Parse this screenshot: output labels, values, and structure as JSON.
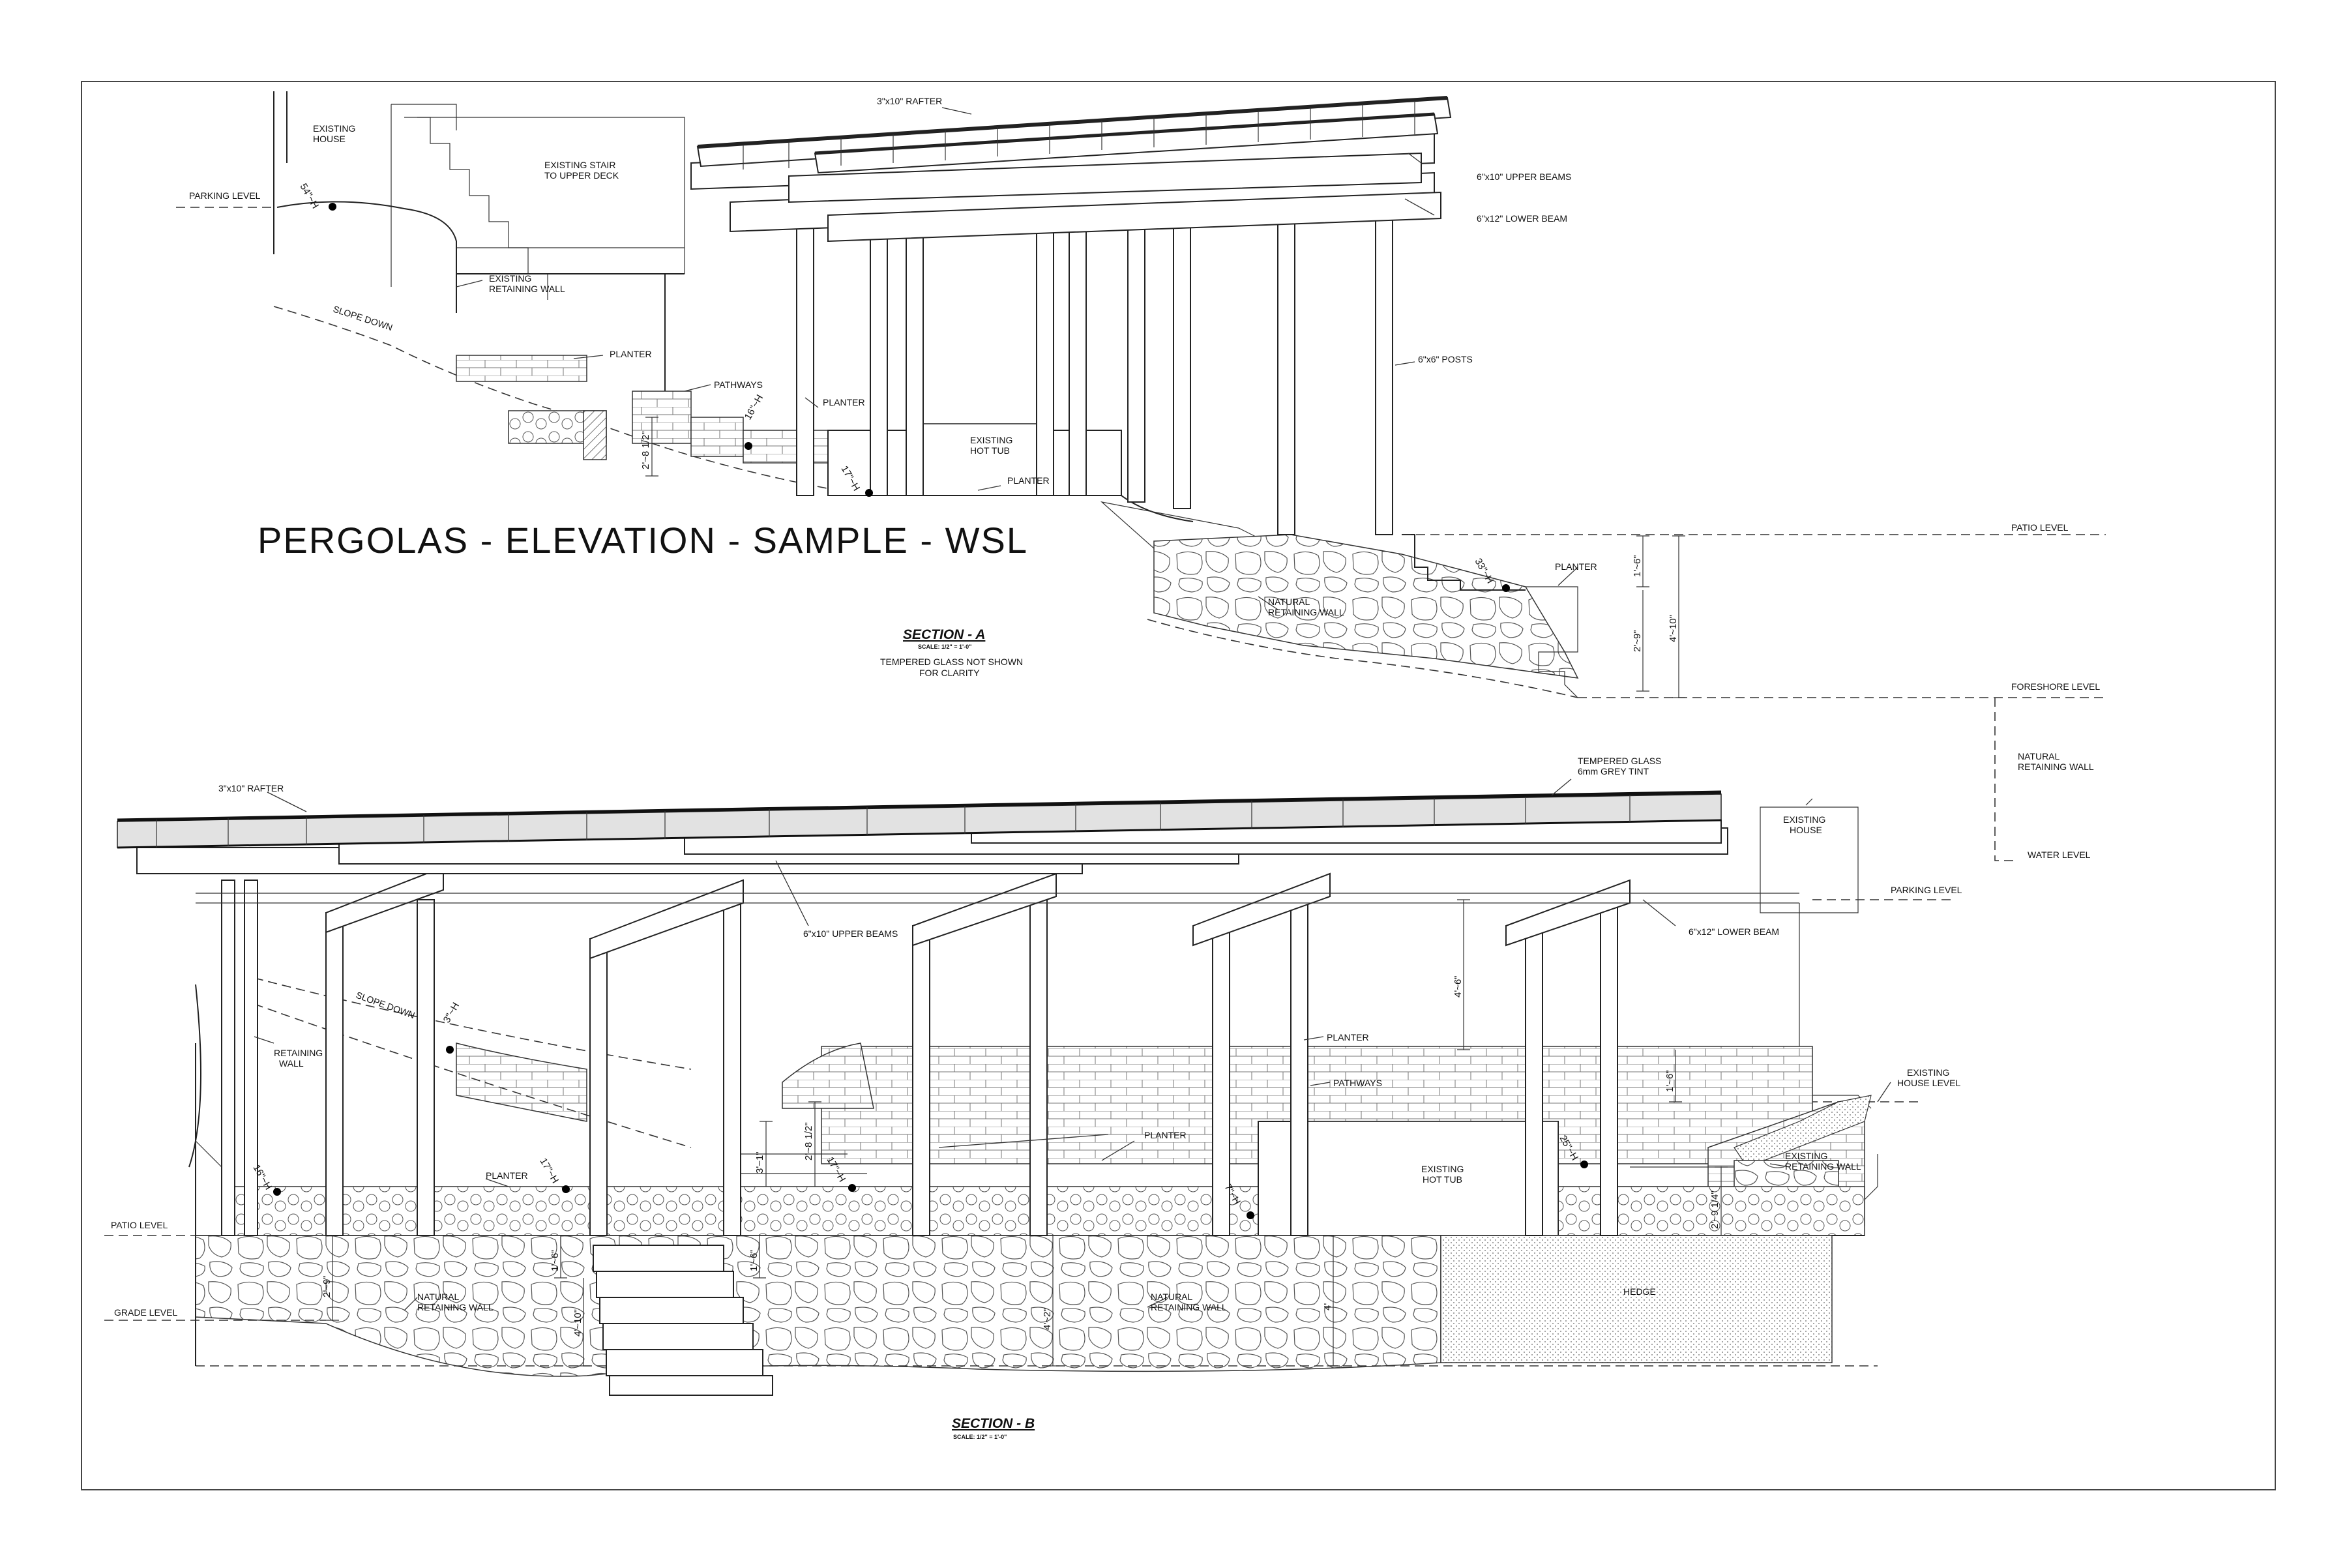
{
  "drawing": {
    "title": "PERGOLAS - ELEVATION - SAMPLE - WSL"
  },
  "section_a": {
    "title": "SECTION - A",
    "scale": "SCALE: 1/2\" = 1'-0\"",
    "note_line1": "TEMPERED GLASS NOT SHOWN",
    "note_line2": "FOR CLARITY",
    "labels": {
      "rafter": "3\"x10\" RAFTER",
      "upper_beams": "6\"x10\" UPPER BEAMS",
      "lower_beam": "6\"x12\" LOWER BEAM",
      "posts": "6\"x6\" POSTS",
      "house_1": "EXISTING",
      "house_2": "HOUSE",
      "parking": "PARKING LEVEL",
      "stair_1": "EXISTING STAIR",
      "stair_2": "TO UPPER DECK",
      "wall_1": "EXISTING",
      "wall_2": "RETAINING WALL",
      "slope": "SLOPE DOWN",
      "planter_1": "PLANTER",
      "pathways": "PATHWAYS",
      "planter_2": "PLANTER",
      "tub_1": "EXISTING",
      "tub_2": "HOT TUB",
      "planter_3": "PLANTER",
      "patio": "PATIO LEVEL",
      "planter_4": "PLANTER",
      "natural_1": "NATURAL",
      "natural_2": "RETAINING WALL",
      "foreshore": "FORESHORE LEVEL",
      "right_natural_1": "NATURAL",
      "right_natural_2": "RETAINING WALL",
      "water": "WATER LEVEL"
    },
    "dims": {
      "h54": "54\"~H",
      "h16": "16\"~H",
      "d2812": "2'~8 1/2\"",
      "h17": "17\"~H",
      "h33": "33\"~H",
      "d16": "1'~6\"",
      "d29": "2'~9\"",
      "d410": "4'~10\""
    }
  },
  "section_b": {
    "title": "SECTION - B",
    "scale": "SCALE: 1/2\" = 1'-0\"",
    "labels": {
      "rafter": "3\"x10\" RAFTER",
      "glass_1": "TEMPERED GLASS",
      "glass_2": "6mm GREY TINT",
      "house_1": "EXISTING",
      "house_2": "HOUSE",
      "parking": "PARKING LEVEL",
      "upper_beams": "6\"x10\" UPPER BEAMS",
      "lower_beam": "6\"x12\" LOWER BEAM",
      "slope": "SLOPE DOWN",
      "retaining_1": "RETAINING",
      "retaining_2": "WALL",
      "planter_1": "PLANTER",
      "pathways": "PATHWAYS",
      "planter_2": "PLANTER",
      "planter_3": "PLANTER",
      "house_level_1": "EXISTING",
      "house_level_2": "HOUSE LEVEL",
      "exist_wall_1": "EXISTING",
      "exist_wall_2": "RETAINING WALL",
      "tub_1": "EXISTING",
      "tub_2": "HOT TUB",
      "patio": "PATIO LEVEL",
      "grade": "GRADE LEVEL",
      "natural_a_1": "NATURAL",
      "natural_a_2": "RETAINING WALL",
      "natural_b_1": "NATURAL",
      "natural_b_2": "RETAINING WALL",
      "hedge": "HEDGE"
    },
    "dims": {
      "h3": "3\"~H",
      "h16": "16\"~H",
      "h17a": "17\"~H",
      "h17b": "17\"~H",
      "h7": "7\"~H",
      "h25": "25\"~H",
      "d46": "4'~6\"",
      "d16a": "1'~6\"",
      "d31": "3'~1\"",
      "d2812": "2'~8 1/2\"",
      "d29": "2'~9\"",
      "d16b": "1'~6\"",
      "d410": "4'~10\"",
      "d16c": "1'~6\"",
      "d42": "4'~2\"",
      "d4": "4'",
      "d2914": "2'~9 1/4\""
    }
  }
}
